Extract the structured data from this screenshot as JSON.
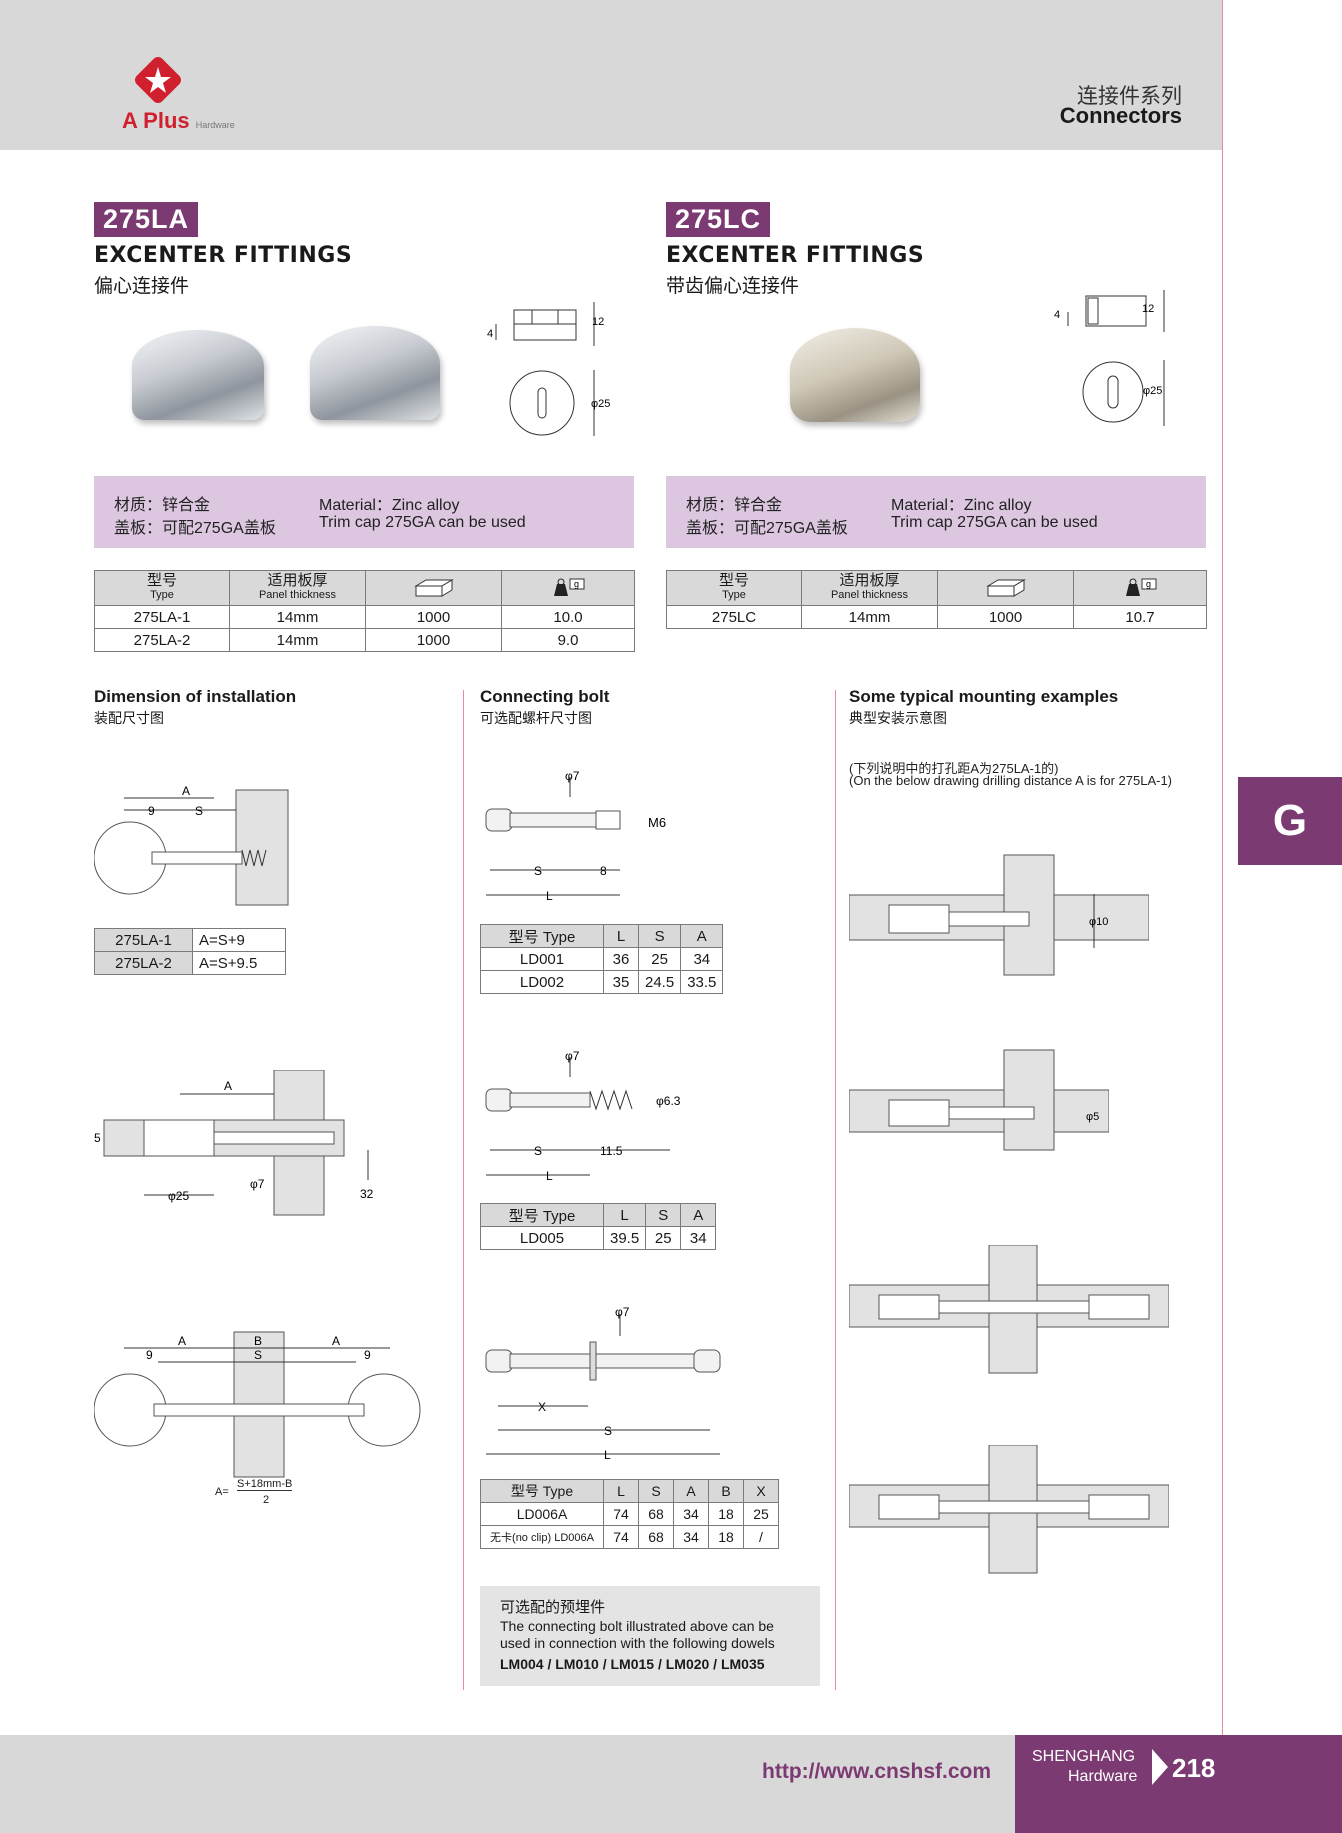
{
  "header": {
    "logo_text": "A Plus",
    "logo_sub": "Hardware",
    "series_cn": "连接件系列",
    "series_en": "Connectors"
  },
  "products": [
    {
      "model": "275LA",
      "title": "EXCENTER FITTINGS",
      "title_cn": "偏心连接件",
      "material_cn": "材质：锌合金",
      "cap_cn": "盖板：可配275GA盖板",
      "material_en": "Material：Zinc alloy",
      "cap_en": "Trim cap 275GA can be used",
      "dims": {
        "h": "4",
        "w": "12",
        "d": "φ25"
      },
      "table": {
        "h_type_cn": "型号",
        "h_type_en": "Type",
        "h_panel_cn": "适用板厚",
        "h_panel_en": "Panel thickness",
        "rows": [
          [
            "275LA-1",
            "14mm",
            "1000",
            "10.0"
          ],
          [
            "275LA-2",
            "14mm",
            "1000",
            "9.0"
          ]
        ]
      }
    },
    {
      "model": "275LC",
      "title": "EXCENTER FITTINGS",
      "title_cn": "带齿偏心连接件",
      "material_cn": "材质：锌合金",
      "cap_cn": "盖板：可配275GA盖板",
      "material_en": "Material：Zinc alloy",
      "cap_en": "Trim cap 275GA can be used",
      "dims": {
        "h": "4",
        "w": "12",
        "d": "φ25"
      },
      "table": {
        "h_type_cn": "型号",
        "h_type_en": "Type",
        "h_panel_cn": "适用板厚",
        "h_panel_en": "Panel thickness",
        "rows": [
          [
            "275LC",
            "14mm",
            "1000",
            "10.7"
          ]
        ]
      }
    }
  ],
  "weight_unit": "g",
  "installation": {
    "title": "Dimension of installation",
    "title_cn": "装配尺寸图",
    "formula_rows": [
      [
        "275LA-1",
        "A=S+9"
      ],
      [
        "275LA-2",
        "A=S+9.5"
      ]
    ],
    "labels": {
      "a": "A",
      "s": "S",
      "nine": "9",
      "five": "5",
      "phi25": "φ25",
      "phi7": "φ7",
      "thirty_two": "32",
      "b": "B"
    },
    "formula_lhs": "A=",
    "formula_num": "S+18mm-B",
    "formula_den": "2"
  },
  "bolts": {
    "title": "Connecting bolt",
    "title_cn": "可选配螺杆尺寸图",
    "d1": {
      "phi": "φ7",
      "m": "M6",
      "s": "S",
      "l": "L",
      "eight": "8"
    },
    "t1": {
      "head": [
        "型号 Type",
        "L",
        "S",
        "A"
      ],
      "rows": [
        [
          "LD001",
          "36",
          "25",
          "34"
        ],
        [
          "LD002",
          "35",
          "24.5",
          "33.5"
        ]
      ]
    },
    "d2": {
      "phi": "φ7",
      "phi2": "φ6.3",
      "s": "S",
      "l": "L",
      "len": "11.5"
    },
    "t2": {
      "head": [
        "型号 Type",
        "L",
        "S",
        "A"
      ],
      "rows": [
        [
          "LD005",
          "39.5",
          "25",
          "34"
        ]
      ]
    },
    "d3": {
      "phi": "φ7",
      "x": "X",
      "s": "S",
      "l": "L"
    },
    "t3": {
      "head": [
        "型号 Type",
        "L",
        "S",
        "A",
        "B",
        "X"
      ],
      "rows": [
        [
          "LD006A",
          "74",
          "68",
          "34",
          "18",
          "25"
        ],
        [
          "无卡(no clip) LD006A",
          "74",
          "68",
          "34",
          "18",
          "/"
        ]
      ]
    },
    "dowel": {
      "title_cn": "可选配的预埋件",
      "line1": "The connecting bolt illustrated above can be",
      "line2": "used in connection with the following dowels",
      "models": "LM004 / LM010 / LM015 / LM020 / LM035"
    }
  },
  "mounting": {
    "title": "Some typical mounting examples",
    "title_cn": "典型安装示意图",
    "note_cn": "(下列说明中的打孔距A为275LA-1的)",
    "note_en": "(On the below drawing drilling distance A is for 275LA-1)",
    "phi10": "φ10",
    "phi5": "φ5"
  },
  "side_tab": "G",
  "footer": {
    "url": "http://www.cnshsf.com",
    "brand1": "SHENGHANG",
    "brand2": "Hardware",
    "page": "218"
  },
  "colors": {
    "brand_purple": "#7c3a72",
    "band_lilac": "#dcc6e0",
    "logo_red": "#d0202e"
  }
}
